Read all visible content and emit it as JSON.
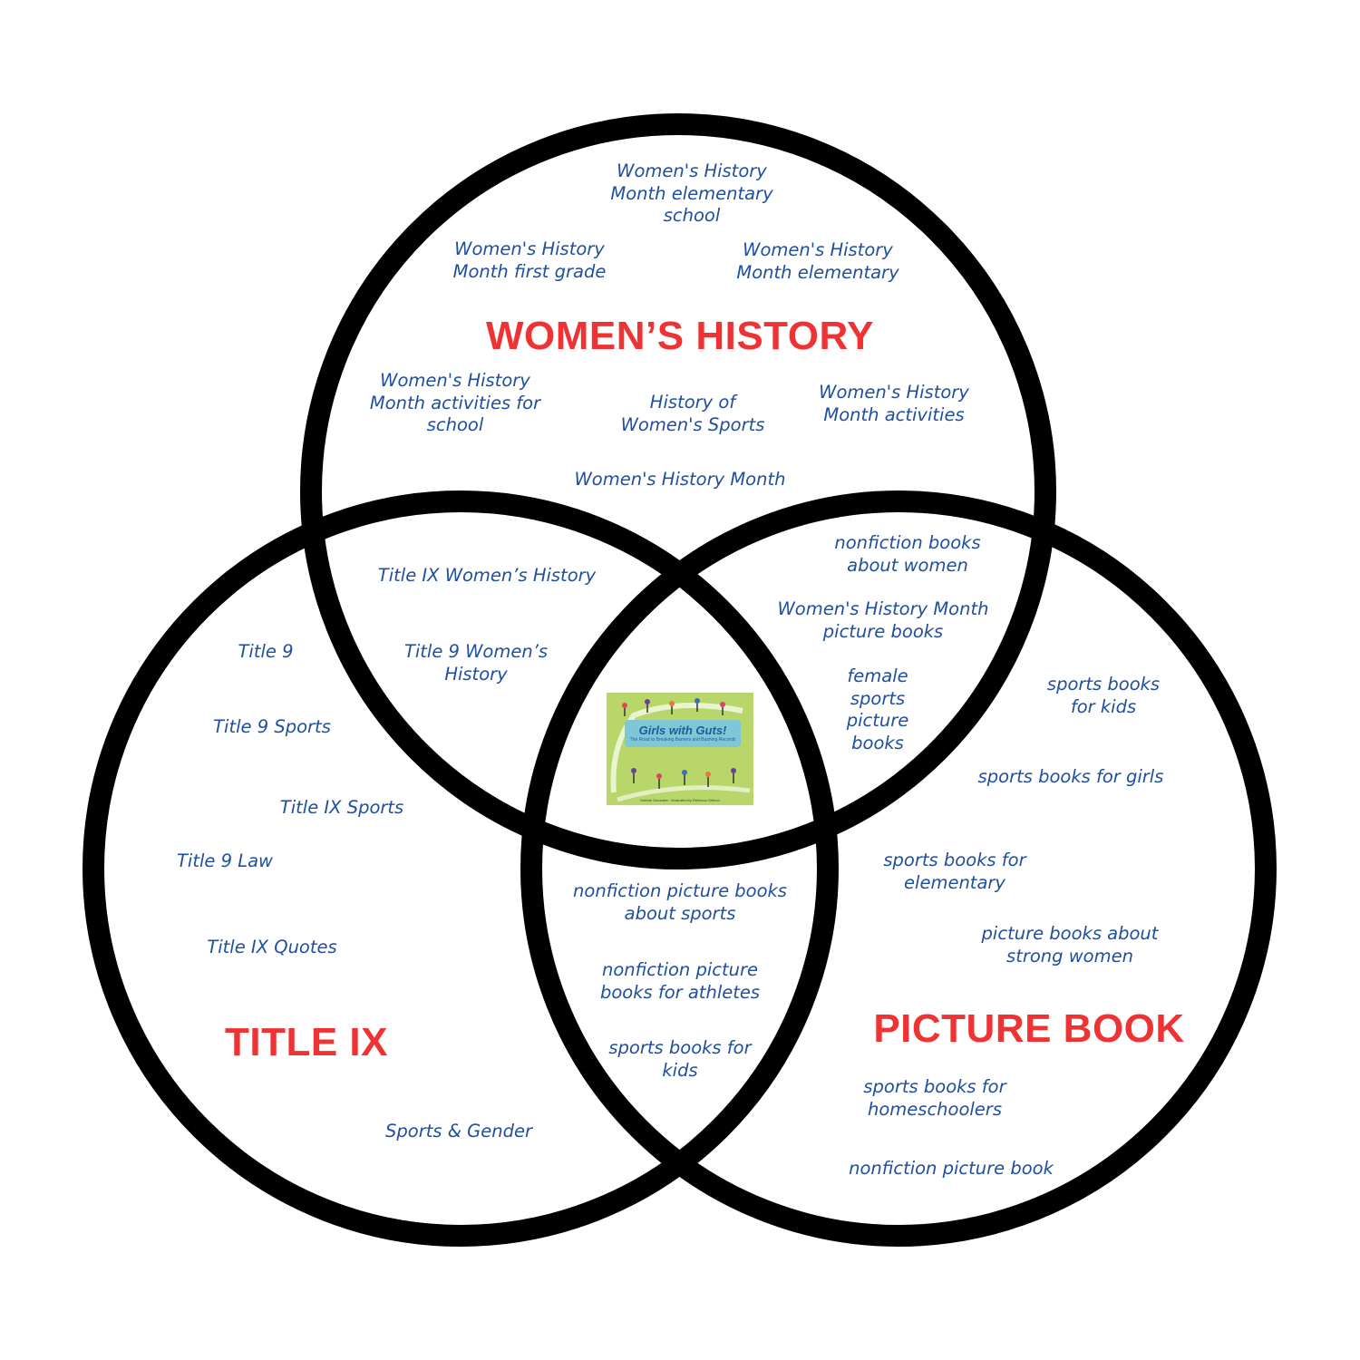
{
  "colors": {
    "circle_stroke": "#000000",
    "category_title": "#ef3334",
    "keyword_text": "#1f4f9e",
    "book_cover_green": "#b9d66a",
    "book_banner": "#7fc7d6"
  },
  "circles": {
    "womens_history": {
      "title": "WOMEN’S HISTORY"
    },
    "title_ix": {
      "title": "TITLE IX"
    },
    "picture_book": {
      "title": "PICTURE BOOK"
    }
  },
  "regions": {
    "womens_history_only": [
      "Women's History\nMonth elementary\nschool",
      "Women's History\nMonth first grade",
      "Women's History\nMonth elementary",
      "Women's History\nMonth activities for\nschool",
      "History of\nWomen's Sports",
      "Women's History\nMonth activities",
      "Women's History Month"
    ],
    "womens_history_and_title_ix": [
      "Title IX Women’s History",
      "Title 9 Women’s\nHistory"
    ],
    "womens_history_and_picture_book": [
      "nonfiction books\nabout women",
      "Women's History Month\npicture books",
      "female\nsports\npicture\nbooks"
    ],
    "title_ix_only": [
      "Title 9",
      "Title 9 Sports",
      "Title IX Sports",
      "Title 9 Law",
      "Title IX Quotes",
      "Sports & Gender"
    ],
    "title_ix_and_picture_book": [
      "nonfiction picture books\nabout sports",
      "nonfiction picture\nbooks for athletes",
      "sports books for\nkids"
    ],
    "picture_book_only": [
      "sports books\nfor kids",
      "sports books for girls",
      "sports books for\nelementary",
      "picture books about\nstrong women",
      "sports books for\nhomeschoolers",
      "nonfiction picture book"
    ]
  },
  "center_book": {
    "cover_title": "Girls with Guts!",
    "cover_subtitle": "The Road to Breaking Barriers and Bashing Records",
    "cover_credits": "Debbie Gonzales · illustrated by Rebecca Gibbon"
  }
}
